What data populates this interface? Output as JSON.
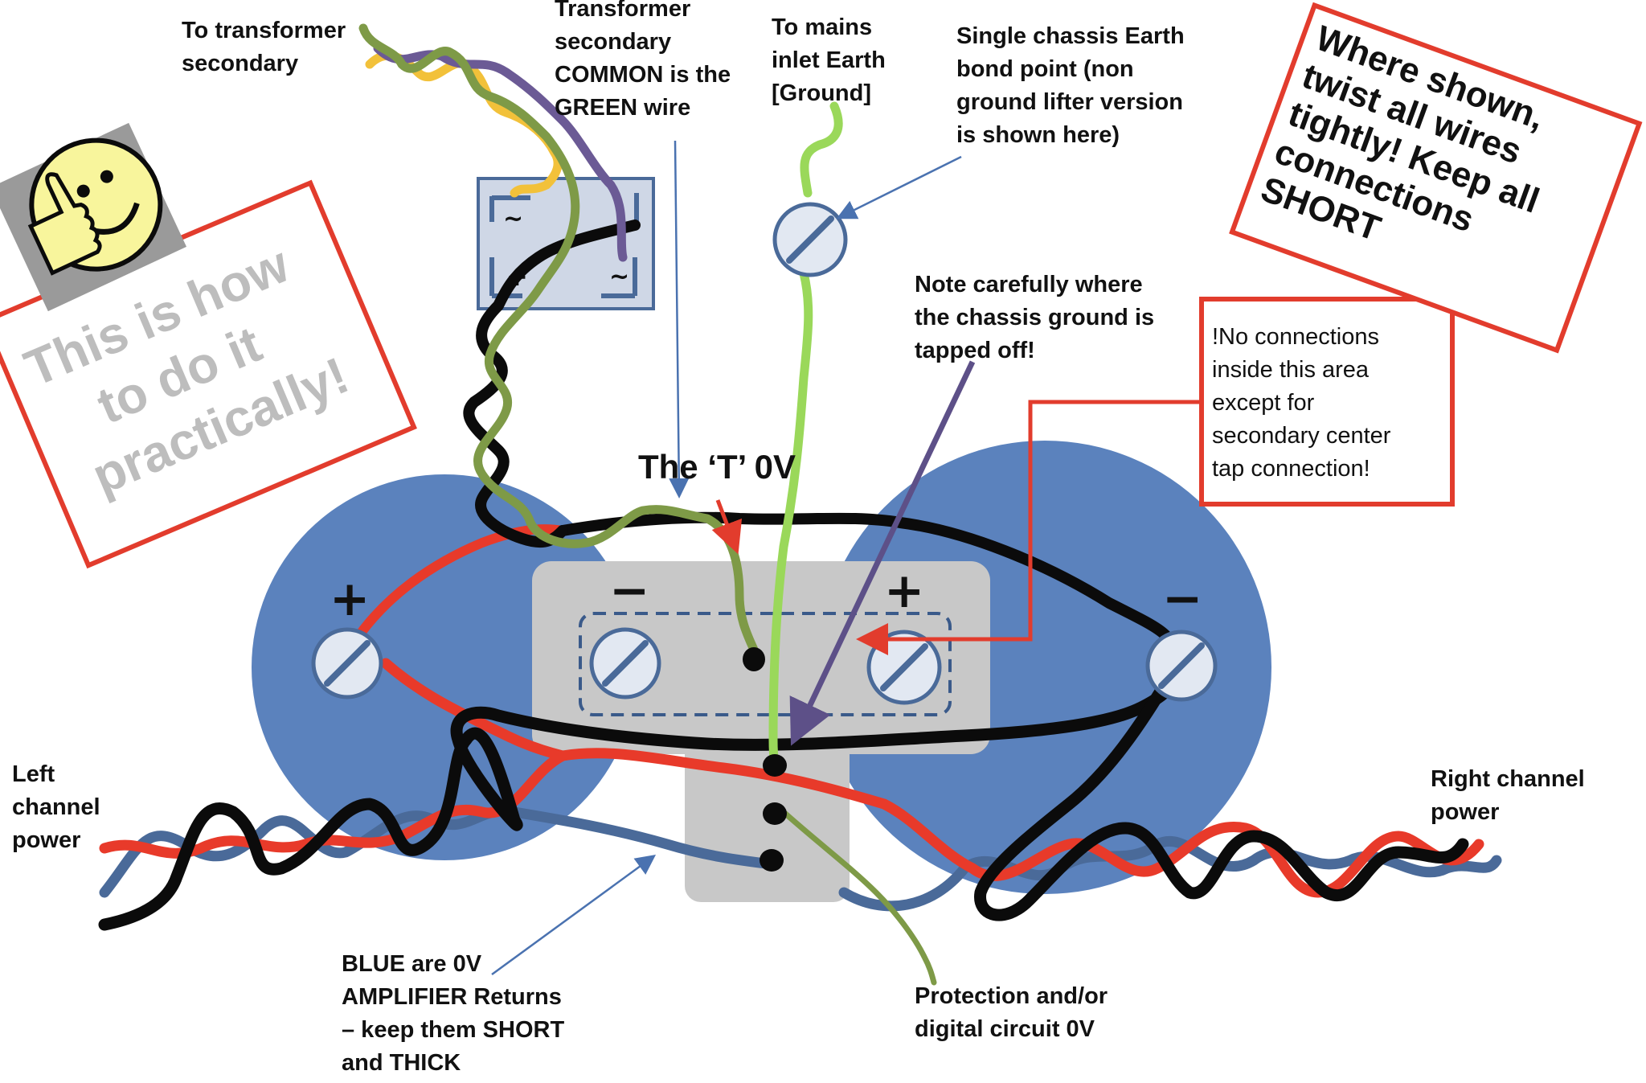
{
  "labels": {
    "to_transformer_secondary": [
      "To transformer",
      "secondary"
    ],
    "transformer_common": [
      "Transformer",
      "secondary",
      "COMMON is the",
      "GREEN wire"
    ],
    "to_mains_earth": [
      "To mains",
      "inlet Earth",
      "[Ground]"
    ],
    "single_chassis_earth": [
      "Single chassis Earth",
      "bond point (non",
      "ground lifter version",
      "is shown here)"
    ],
    "note_chassis_ground": [
      "Note carefully where",
      "the chassis ground is",
      "tapped off!"
    ],
    "no_connections": [
      "!No connections",
      "inside this area",
      "except for",
      "secondary center",
      "tap connection!"
    ],
    "twist_wires": [
      "Where shown,",
      "twist all wires",
      "tightly! Keep all",
      "connections",
      "SHORT"
    ],
    "how_to": [
      "This is how",
      "to do it",
      "practically!"
    ],
    "t_0v": "The ‘T’ 0V",
    "left_power": [
      "Left",
      "channel",
      "power"
    ],
    "right_power": [
      "Right channel",
      "power"
    ],
    "blue_returns": [
      "BLUE are  0V",
      "AMPLIFIER  Returns",
      "– keep them SHORT",
      "and THICK"
    ],
    "protection": [
      "Protection and/or",
      "digital circuit 0V"
    ]
  },
  "symbols": {
    "plus": "+",
    "minus": "−",
    "ac": "~"
  },
  "colors": {
    "capacitor_blue": "#5b82bd",
    "ground_plate": "#c8c8c8",
    "wire_red": "#e83a2a",
    "wire_black": "#0b0b0b",
    "wire_green": "#7e9a47",
    "wire_light_green": "#9ad85a",
    "wire_blue": "#4a6a99",
    "wire_yellow": "#f2c13a",
    "wire_purple": "#6b5a95",
    "callout_red": "#e23c2d",
    "smiley_yellow": "#f8f59c"
  },
  "icons": [
    "thumbs-up-smiley-icon",
    "screw-terminal-icon",
    "bridge-rectifier-icon"
  ]
}
